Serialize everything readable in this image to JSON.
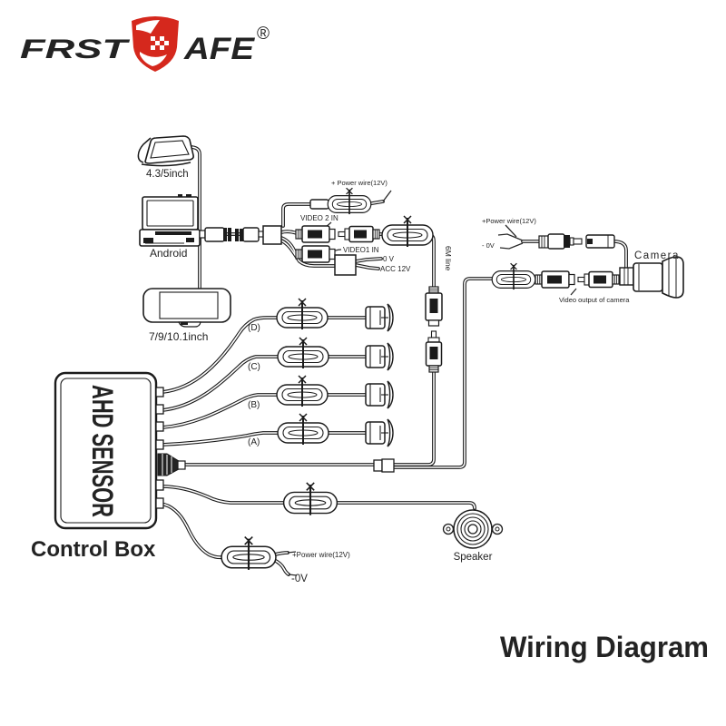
{
  "logo": {
    "brand_left": "FRST",
    "brand_right": "AFE",
    "registered": "®"
  },
  "displays": {
    "small_monitor": "4.3/5inch",
    "android": "Android",
    "mirror_monitor": "7/9/10.1inch"
  },
  "harness": {
    "power_wire_top": "+ Power wire(12V)",
    "video2_in": "VIDEO 2 IN",
    "video1_in": "VIDEO1 IN",
    "zero_volt": "0 V",
    "acc": "ACC 12V",
    "cable_length": "6M line"
  },
  "camera_section": {
    "power_wire": "+Power wire(12V)",
    "zero_volt": "- 0V",
    "camera": "Camera",
    "video_output": "Video output of camera"
  },
  "sensors": {
    "d": "(D)",
    "c": "(C)",
    "b": "(B)",
    "a": "(A)"
  },
  "control_box": {
    "box_label": "AHD SENSOR",
    "caption": "Control Box"
  },
  "speaker_label": "Speaker",
  "bottom_power": {
    "power_wire": "+Power wire(12V)",
    "zero_volt": "-0V"
  },
  "title": "Wiring Diagram",
  "colors": {
    "logo_red": "#d5281d",
    "title_red": "#e62129",
    "ink": "#1b1b1b"
  }
}
